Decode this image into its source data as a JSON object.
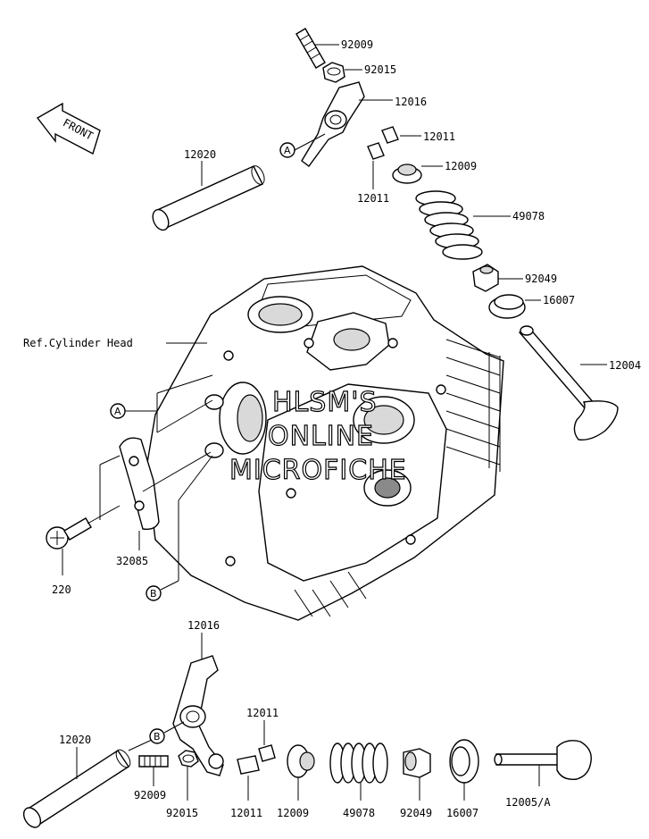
{
  "front_label": "FRONT",
  "reference_label": "Ref.Cylinder Head",
  "watermark": [
    "HLSM'S",
    "ONLINE",
    "MICROFICHE"
  ],
  "callouts": {
    "a": "A",
    "b": "B"
  },
  "parts_top": {
    "p92009": "92009",
    "p92015": "92015",
    "p12016": "12016",
    "p12011a": "12011",
    "p12011b": "12011",
    "p12009": "12009",
    "p12020": "12020",
    "p49078": "49078",
    "p92049": "92049",
    "p16007": "16007",
    "p12004": "12004"
  },
  "parts_left": {
    "p32085": "32085",
    "p220": "220"
  },
  "parts_bottom": {
    "p12016": "12016",
    "p12020": "12020",
    "p12011": "12011",
    "p92009": "92009",
    "p92015": "92015",
    "p12011b": "12011",
    "p12009": "12009",
    "p49078": "49078",
    "p92049": "92049",
    "p16007": "16007",
    "p12005": "12005/A"
  }
}
